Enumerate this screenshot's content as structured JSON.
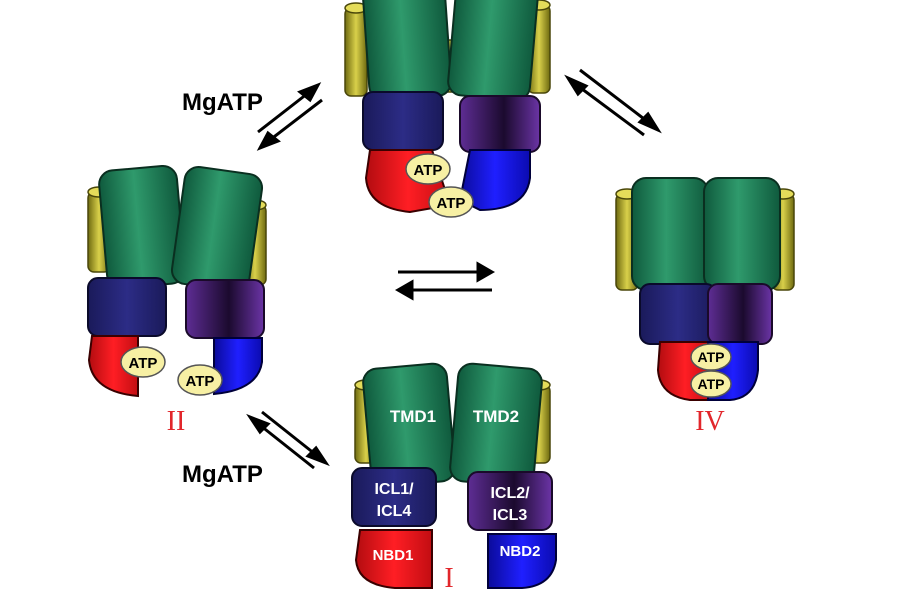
{
  "labels": {
    "mgatp_top": "MgATP",
    "mgatp_bottom": "MgATP",
    "atp": "ATP",
    "state_I": "I",
    "state_II": "II",
    "state_IV": "IV",
    "tmd1": "TMD1",
    "tmd2": "TMD2",
    "icl_left_line1": "ICL1/",
    "icl_left_line2": "ICL4",
    "icl_right_line1": "ICL2/",
    "icl_right_line2": "ICL3",
    "nbd1": "NBD1",
    "nbd2": "NBD2"
  },
  "colors": {
    "tmd": "#1f7a57",
    "helix": "#b3a92b",
    "icl_left": "#23236f",
    "icl_right": "#5a2a8c",
    "nbd1": "#e1141b",
    "nbd2": "#1414d6",
    "atp": "#f7f0a4",
    "roman": "#e2262b"
  }
}
